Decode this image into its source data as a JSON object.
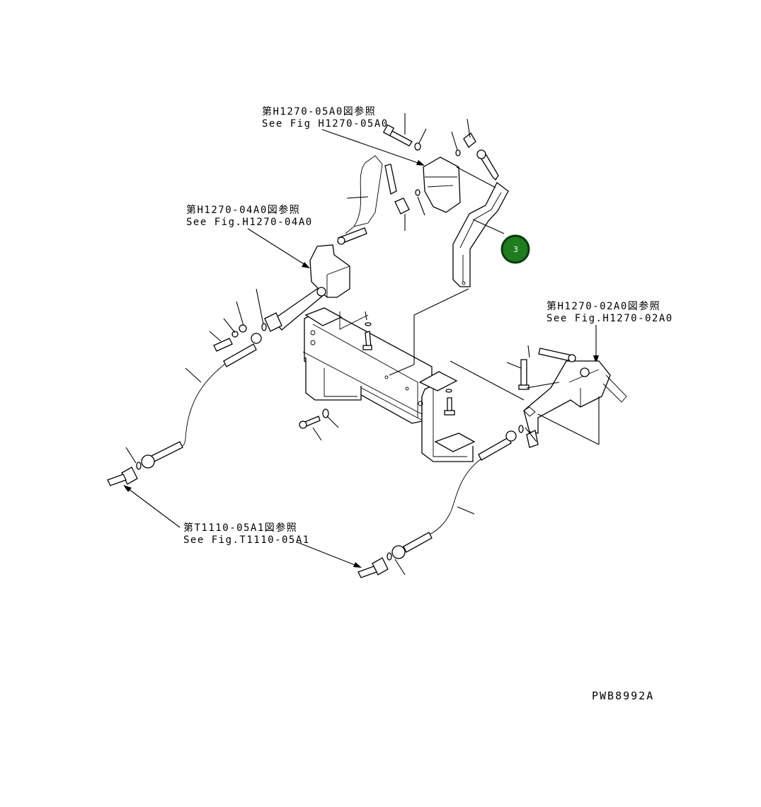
{
  "references": [
    {
      "jp": "第H1270-05A0図参照",
      "en": "See Fig H1270-05A0"
    },
    {
      "jp": "第H1270-04A0図参照",
      "en": "See Fig.H1270-04A0"
    },
    {
      "jp": "第H1270-02A0図参照",
      "en": "See Fig.H1270-02A0"
    },
    {
      "jp": "第T1110-05A1図参照",
      "en": "See Fig.T1110-05A1"
    }
  ],
  "callout": {
    "label": "3",
    "color": "#1e7d1e",
    "ring": "#0a3a0a"
  },
  "drawing_code": "PWB8992A"
}
